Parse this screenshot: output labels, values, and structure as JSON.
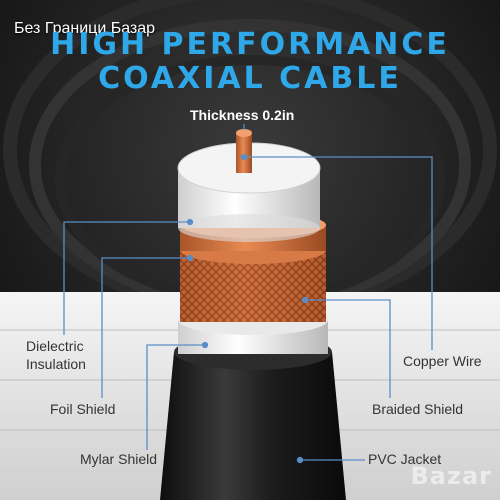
{
  "watermark_top": "Без Граници Базар",
  "heading": {
    "line1": "HIGH PERFORMANCE",
    "line2": "COAXIAL CABLE"
  },
  "thickness_label": "Thickness 0.2in",
  "labels": {
    "dielectric_line1": "Dielectric",
    "dielectric_line2": "Insulation",
    "foil_shield": "Foil Shield",
    "mylar_shield": "Mylar Shield",
    "copper_wire": "Copper Wire",
    "braided_shield": "Braided Shield",
    "pvc_jacket": "PVC Jacket"
  },
  "watermark_bottom": "Bazar",
  "colors": {
    "heading": "#2ea8e8",
    "copper": "#d2703c",
    "jacket": "#1c1c1c",
    "callout_line": "#5b8ec7"
  }
}
